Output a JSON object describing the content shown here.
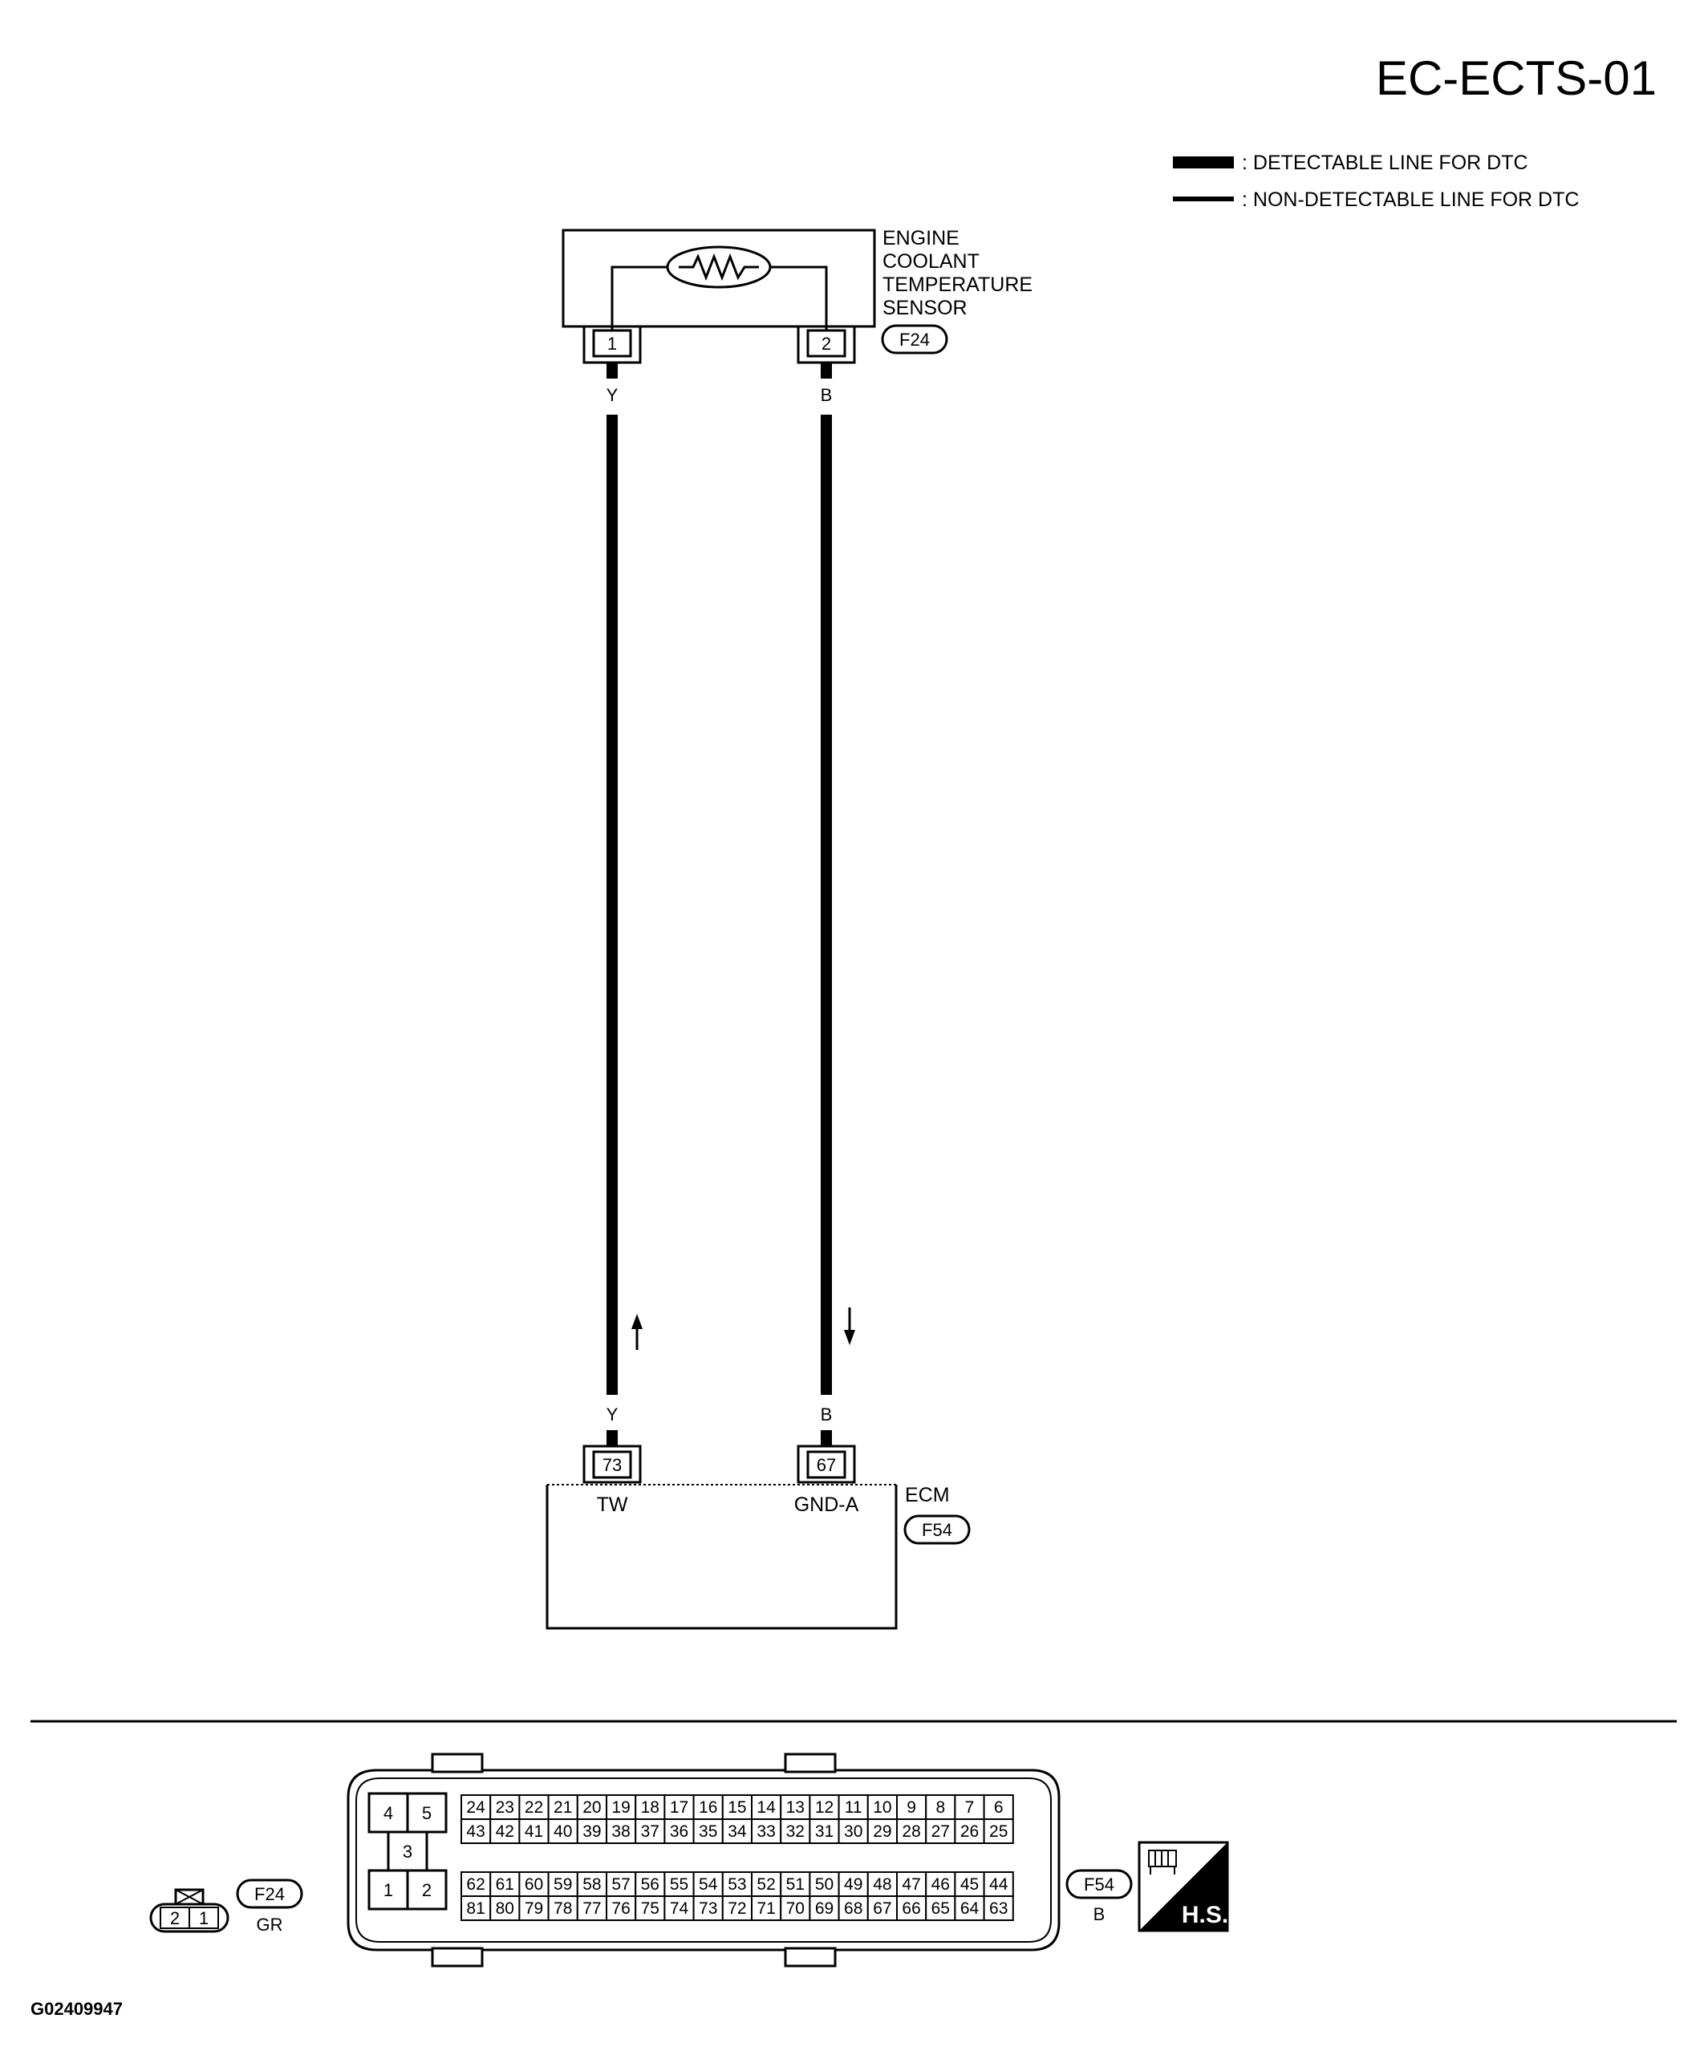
{
  "diagram_id": "EC-ECTS-01",
  "legend": {
    "detectable": ": DETECTABLE LINE FOR DTC",
    "non_detectable": ": NON-DETECTABLE LINE FOR DTC"
  },
  "sensor": {
    "name_lines": [
      "ENGINE",
      "COOLANT",
      "TEMPERATURE",
      "SENSOR"
    ],
    "connector": "F24",
    "pin_left": "1",
    "pin_right": "2"
  },
  "wires": {
    "left": {
      "top_color": "Y",
      "bottom_color": "Y"
    },
    "right": {
      "top_color": "B",
      "bottom_color": "B"
    }
  },
  "ecm": {
    "name": "ECM",
    "connector": "F54",
    "pin_left": "73",
    "pin_right": "67",
    "pin_left_label": "TW",
    "pin_right_label": "GND-A"
  },
  "connector_views": {
    "f24": {
      "id": "F24",
      "color": "GR",
      "pins": [
        "2",
        "1"
      ]
    },
    "f54": {
      "id": "F54",
      "color": "B",
      "small_pins": [
        "4",
        "5",
        "3",
        "1",
        "2"
      ],
      "rows": [
        [
          "24",
          "23",
          "22",
          "21",
          "20",
          "19",
          "18",
          "17",
          "16",
          "15",
          "14",
          "13",
          "12",
          "11",
          "10",
          "9",
          "8",
          "7",
          "6"
        ],
        [
          "43",
          "42",
          "41",
          "40",
          "39",
          "38",
          "37",
          "36",
          "35",
          "34",
          "33",
          "32",
          "31",
          "30",
          "29",
          "28",
          "27",
          "26",
          "25"
        ],
        [
          "62",
          "61",
          "60",
          "59",
          "58",
          "57",
          "56",
          "55",
          "54",
          "53",
          "52",
          "51",
          "50",
          "49",
          "48",
          "47",
          "46",
          "45",
          "44"
        ],
        [
          "81",
          "80",
          "79",
          "78",
          "77",
          "76",
          "75",
          "74",
          "73",
          "72",
          "71",
          "70",
          "69",
          "68",
          "67",
          "66",
          "65",
          "64",
          "63"
        ]
      ]
    },
    "hs_badge": "H.S."
  },
  "figure_code": "G02409947"
}
